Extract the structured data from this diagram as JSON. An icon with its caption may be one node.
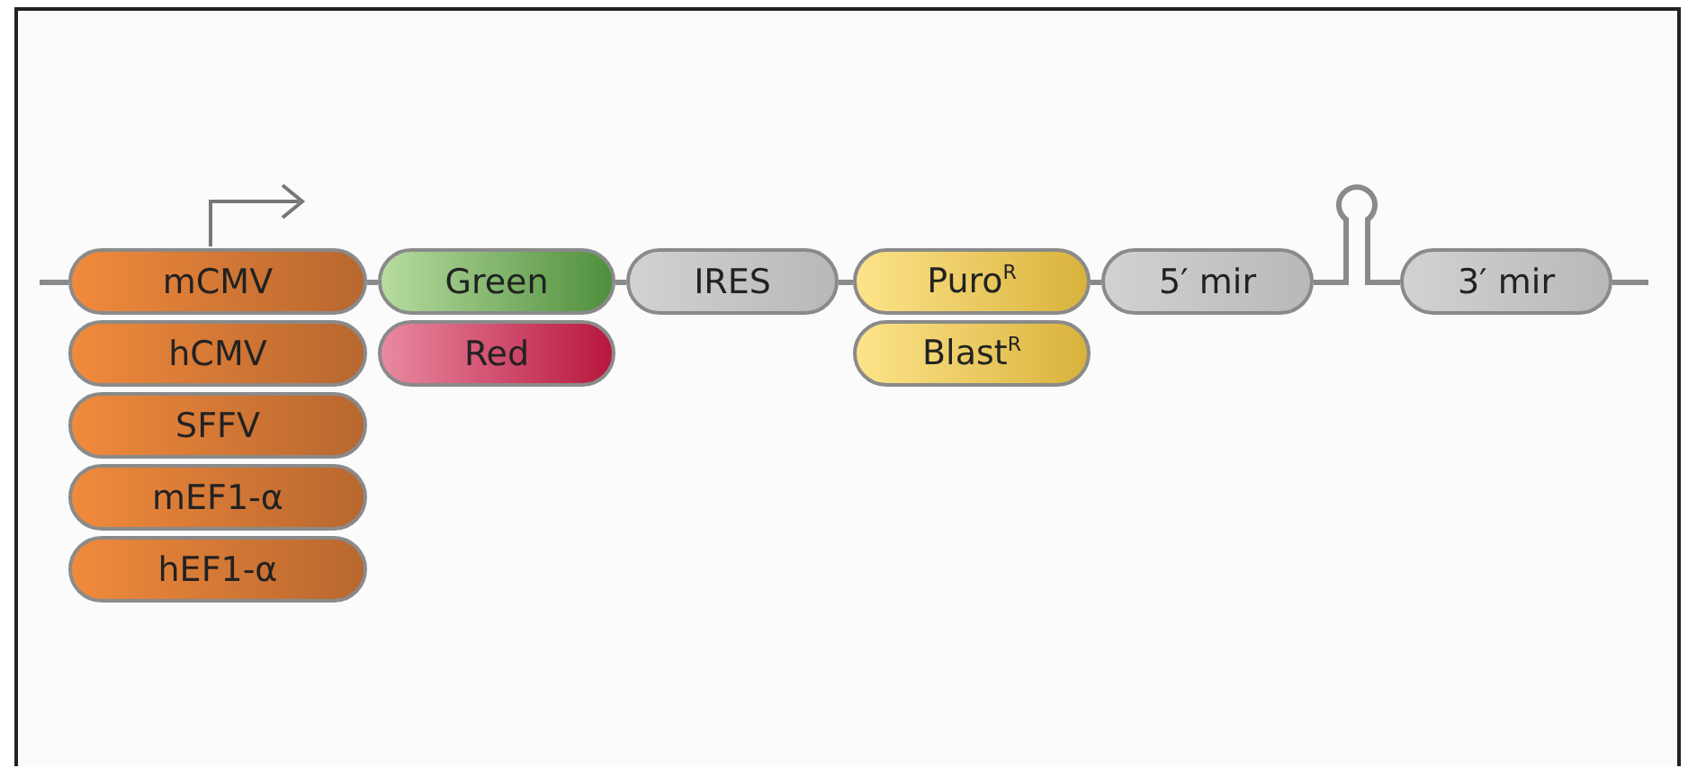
{
  "diagram": {
    "nodes": [
      {
        "text": [
          "mCMV"
        ]
      },
      {
        "text": [
          "hCMV"
        ]
      },
      {
        "text": [
          "SFFV"
        ]
      },
      {
        "text": [
          "mEF1-α"
        ]
      },
      {
        "text": [
          "hEF1-α"
        ]
      },
      {
        "text": [
          "Green"
        ]
      },
      {
        "text": [
          "Red"
        ]
      },
      {
        "text": [
          "IRES"
        ]
      },
      {
        "text": [
          "Puro$^{R}$"
        ]
      },
      {
        "text": [
          "Blast$^{R}$"
        ]
      },
      {
        "text": [
          "5′ mir"
        ]
      },
      {
        "text": [
          "3′ mir"
        ]
      }
    ],
    "edges": [
      {
        "from": null,
        "to": 0,
        "arrow": "none"
      },
      {
        "from": 0,
        "to": 5,
        "arrow": "none"
      },
      {
        "from": 5,
        "to": 7,
        "arrow": "none"
      },
      {
        "from": 7,
        "to": 8,
        "arrow": "none"
      },
      {
        "from": 8,
        "to": 10,
        "arrow": "none"
      },
      {
        "from": 10,
        "to": 11,
        "arrow": "none"
      },
      {
        "from": 11,
        "to": null,
        "arrow": "none"
      }
    ]
  }
}
